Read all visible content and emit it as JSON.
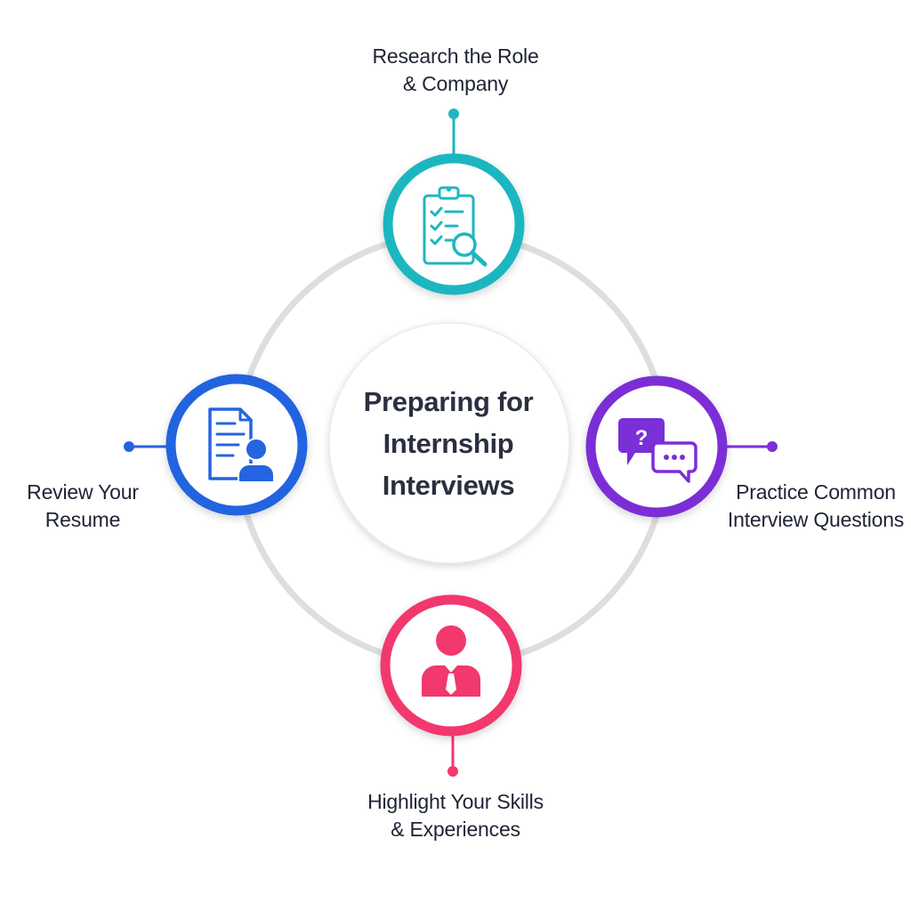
{
  "center": {
    "title_lines": [
      "Preparing for",
      "Internship",
      "Interviews"
    ]
  },
  "steps": [
    {
      "position": "top",
      "label_lines": [
        "Research the Role",
        "& Company"
      ],
      "icon": "clipboard-search-icon",
      "color": "#1fb6c1"
    },
    {
      "position": "right",
      "label_lines": [
        "Practice Common",
        "Interview Questions"
      ],
      "icon": "chat-question-icon",
      "color": "#7b2fd6"
    },
    {
      "position": "bottom",
      "label_lines": [
        "Highlight Your Skills",
        "& Experiences"
      ],
      "icon": "business-person-icon",
      "color": "#f2386d"
    },
    {
      "position": "left",
      "label_lines": [
        "Review Your",
        "Resume"
      ],
      "icon": "resume-document-icon",
      "color": "#2464e0"
    }
  ],
  "ring_color": "#dedede"
}
